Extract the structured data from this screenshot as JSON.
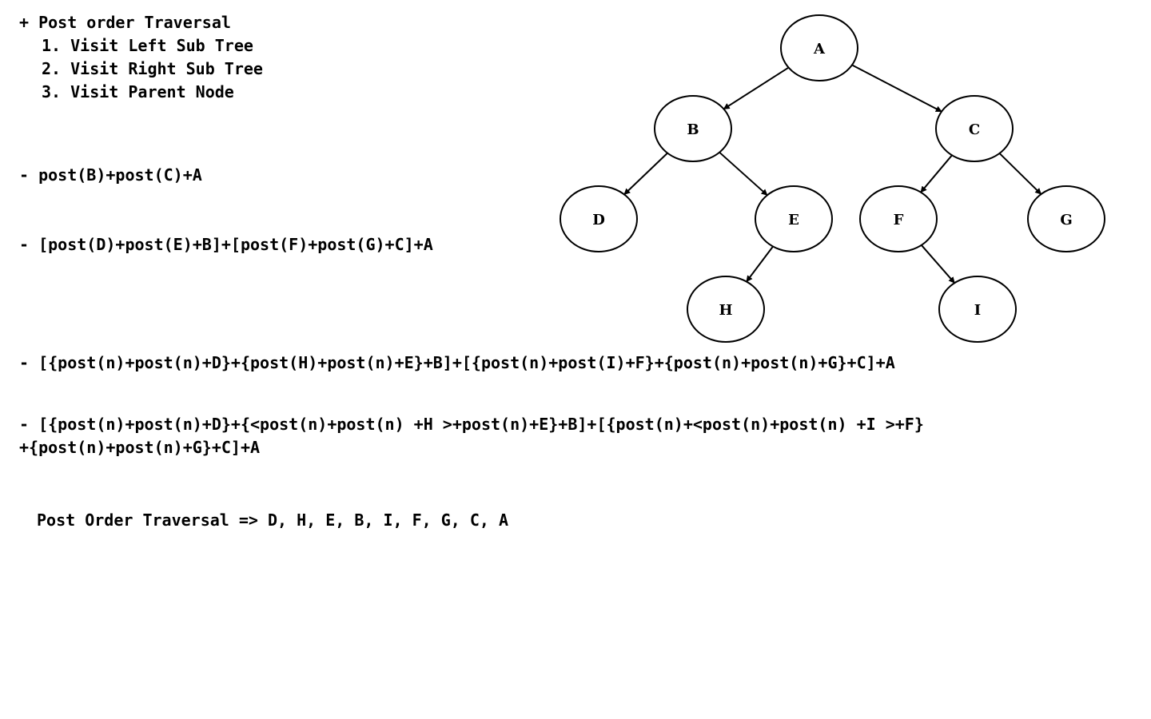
{
  "heading": "+ Post order Traversal",
  "steps": [
    "1. Visit Left Sub Tree",
    "2. Visit Right Sub Tree",
    "3. Visit Parent Node"
  ],
  "expansions": {
    "level1": "- post(B)+post(C)+A",
    "level2": "- [post(D)+post(E)+B]+[post(F)+post(G)+C]+A",
    "level3": "- [{post(n)+post(n)+D}+{post(H)+post(n)+E}+B]+[{post(n)+post(I)+F}+{post(n)+post(n)+G}+C]+A",
    "level4_line1": "- [{post(n)+post(n)+D}+{<post(n)+post(n) +H >+post(n)+E}+B]+[{post(n)+<post(n)+post(n) +I >+F}",
    "level4_line2": "+{post(n)+post(n)+G}+C]+A"
  },
  "result": "Post Order Traversal => D, H, E, B, I, F, G, C, A",
  "tree": {
    "nodes": [
      "A",
      "B",
      "C",
      "D",
      "E",
      "F",
      "G",
      "H",
      "I"
    ],
    "edges": [
      [
        "A",
        "B"
      ],
      [
        "A",
        "C"
      ],
      [
        "B",
        "D"
      ],
      [
        "B",
        "E"
      ],
      [
        "C",
        "F"
      ],
      [
        "C",
        "G"
      ],
      [
        "E",
        "H"
      ],
      [
        "F",
        "I"
      ]
    ]
  }
}
